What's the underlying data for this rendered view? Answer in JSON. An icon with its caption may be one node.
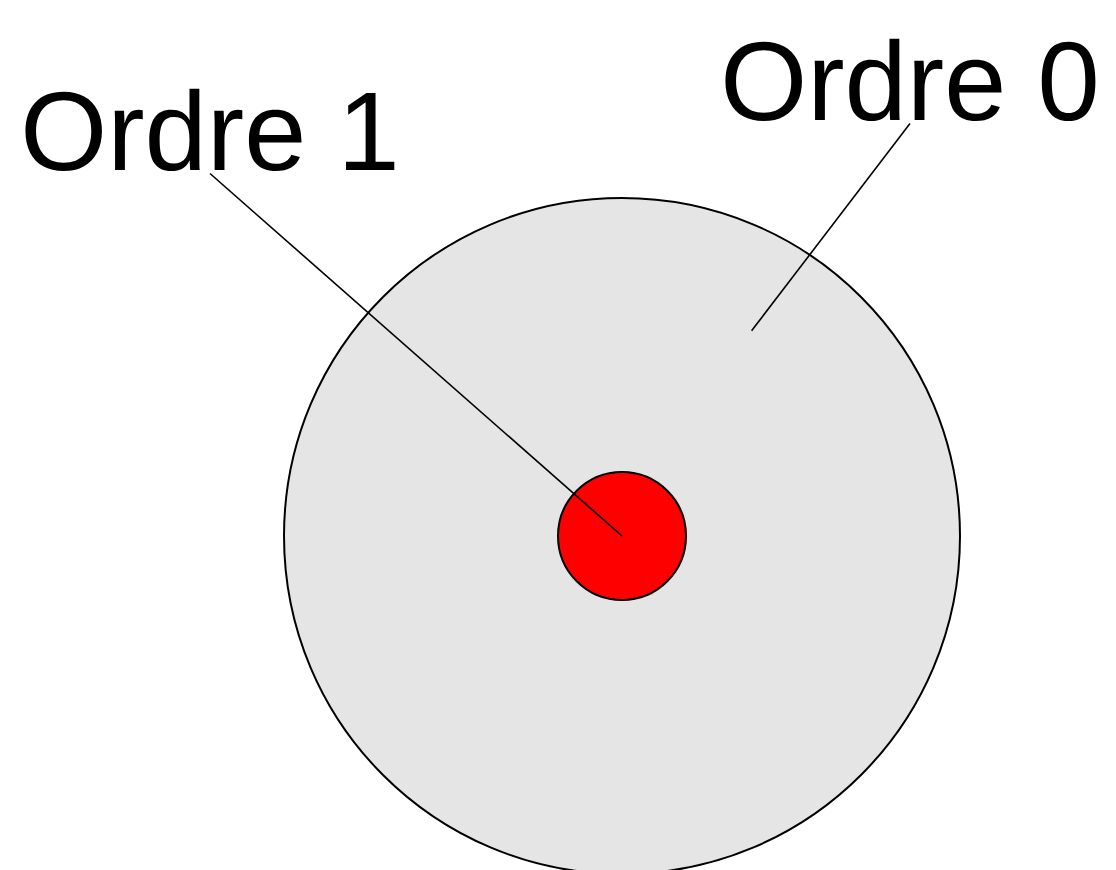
{
  "diagram": {
    "nodes": [
      {
        "text": [
          "Ordre 1"
        ]
      },
      {
        "text": [
          "Ordre 0"
        ]
      },
      {
        "text": [],
        "shape": "circle"
      },
      {
        "text": [],
        "shape": "circle",
        "in": 2
      }
    ],
    "edges": [
      {
        "from": 0,
        "to": 3,
        "arrow": "none"
      },
      {
        "from": 1,
        "to": 2,
        "arrow": "none"
      }
    ]
  }
}
